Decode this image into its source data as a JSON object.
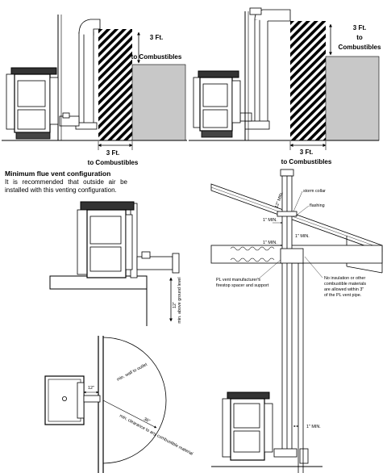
{
  "caption": {
    "title": "Minimum flue vent configuration",
    "body": "It is recommended that outside air be installed with this venting configuration."
  },
  "labels": {
    "clearance_3ft": "3 Ft.",
    "to_combustibles": "to Combustibles",
    "min_12": "12\" MIN.",
    "min_1": "1\" MIN.",
    "storm_collar": "storm collar",
    "flashing": "flashing",
    "firestop": "PL vent manufacturer's firestop spacer and support",
    "no_insulation": "No insulation or other combustible materials are allowed within 3\" of the PL vent pipe.",
    "ground_12": "12\"",
    "ground_above": "min. above ground level",
    "wall_to_outlet": "min. wall to outlet",
    "dim_12": "12\"",
    "dim_36": "36\"",
    "clearance_combustible": "min. clearance to any combustible material"
  },
  "colors": {
    "line": "#000000",
    "wall_fill": "#c8c8c8"
  }
}
